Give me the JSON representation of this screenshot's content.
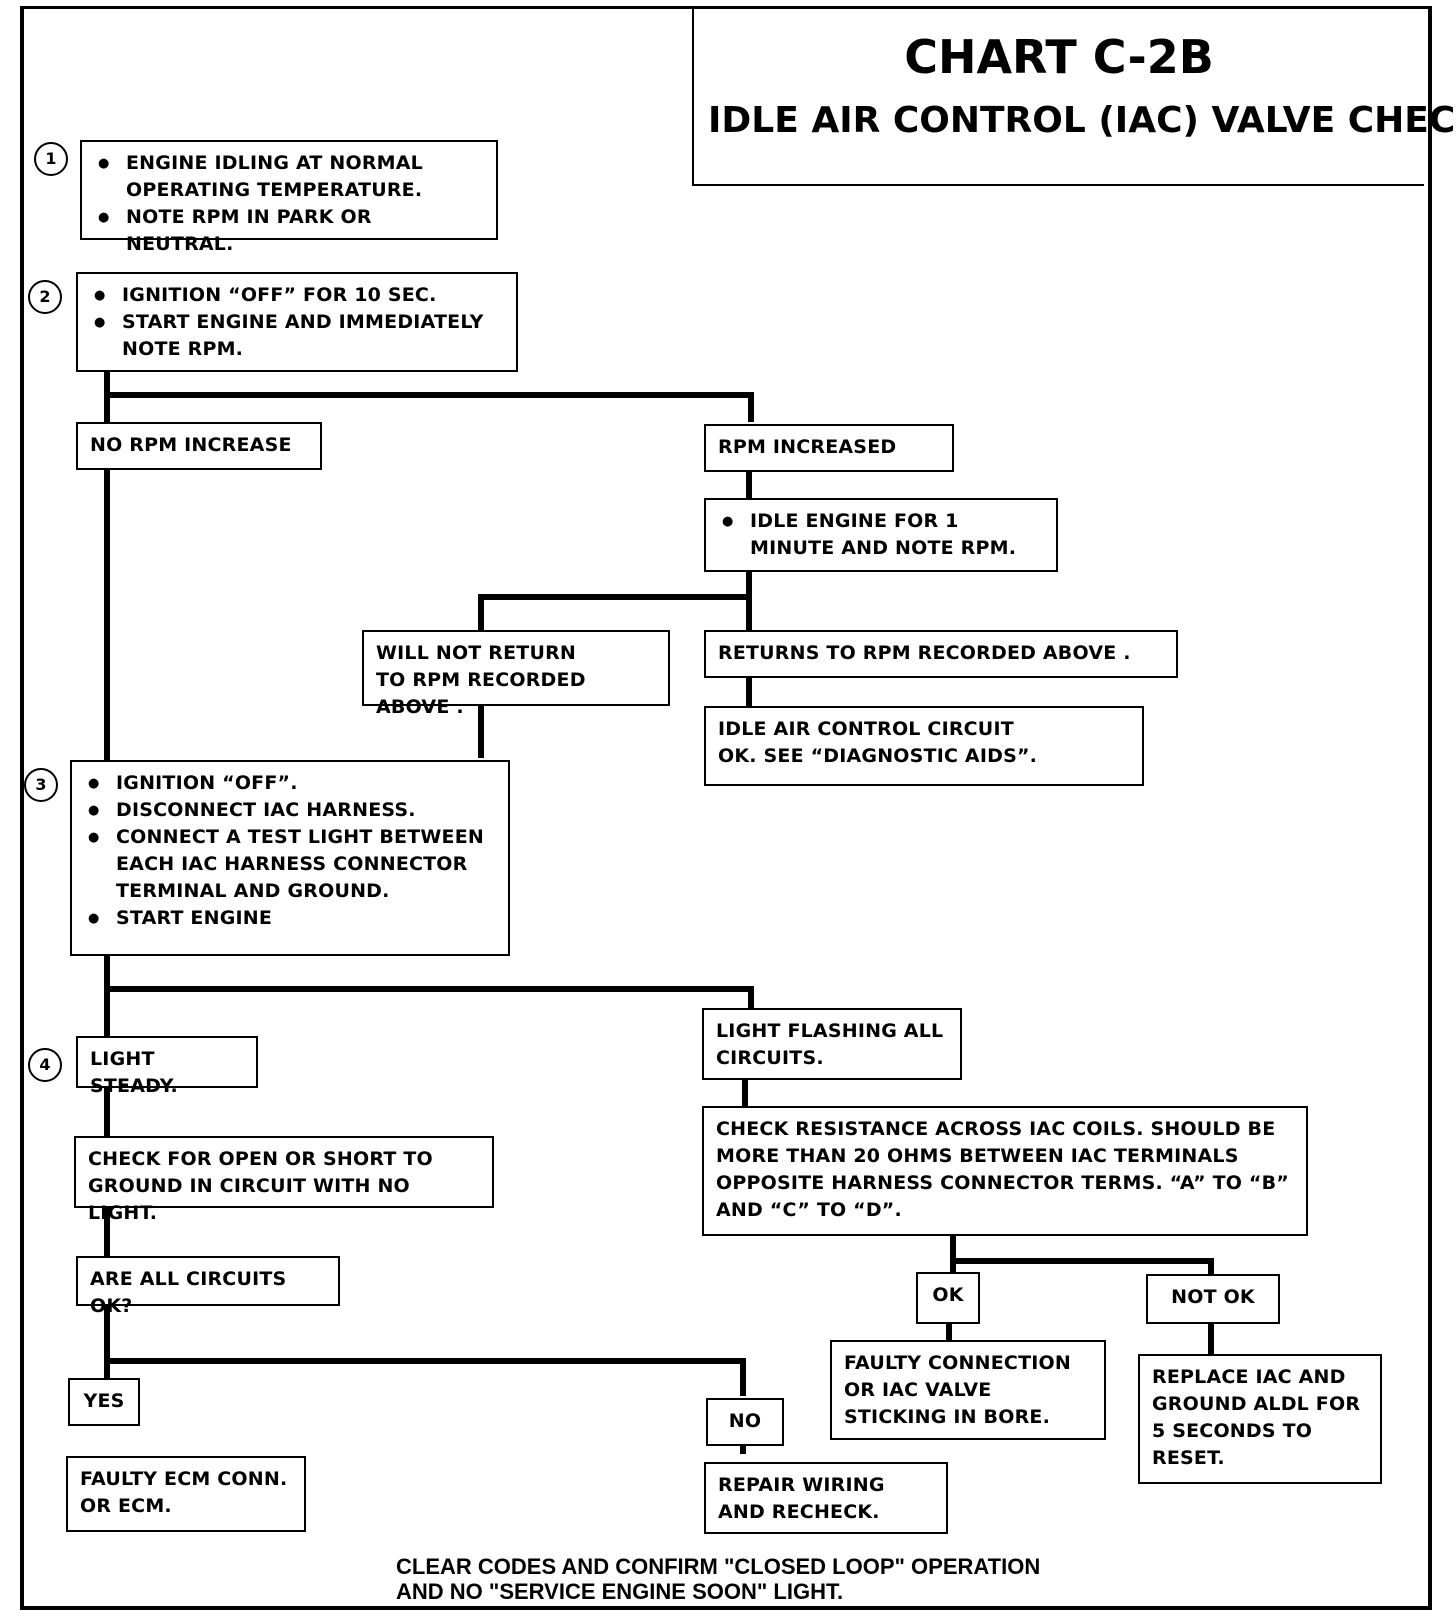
{
  "title": {
    "chart_id": "CHART C-2B",
    "subtitle": "IDLE AIR CONTROL (IAC) VALVE CHECK"
  },
  "steps": {
    "s1": {
      "number": "1",
      "bullets": [
        "ENGINE IDLING AT NORMAL OPERATING TEMPERATURE.",
        "NOTE RPM IN PARK OR NEUTRAL."
      ]
    },
    "s2": {
      "number": "2",
      "bullets": [
        "IGNITION “OFF” FOR 10 SEC.",
        "START ENGINE AND IMMEDIATELY NOTE RPM."
      ]
    },
    "s3": {
      "number": "3",
      "bullets": [
        "IGNITION “OFF”.",
        "DISCONNECT IAC HARNESS.",
        "CONNECT A TEST LIGHT BETWEEN EACH IAC HARNESS CONNECTOR TERMINAL AND GROUND.",
        "START ENGINE"
      ]
    },
    "s4": {
      "number": "4"
    }
  },
  "boxes": {
    "no_rpm_increase": "NO RPM INCREASE",
    "rpm_increased": "RPM INCREASED",
    "idle_one_minute": "IDLE ENGINE FOR 1 MINUTE AND NOTE RPM.",
    "will_not_return": "WILL NOT RETURN TO RPM RECORDED ABOVE .",
    "returns_to_rpm": "RETURNS TO RPM RECORDED ABOVE .",
    "iac_circuit_ok": "IDLE AIR CONTROL CIRCUIT OK. SEE “DIAGNOSTIC AIDS”.",
    "light_steady": "LIGHT STEADY.",
    "light_flashing": "LIGHT FLASHING ALL CIRCUITS.",
    "check_open_short": "CHECK FOR OPEN OR SHORT TO GROUND IN CIRCUIT WITH NO LIGHT.",
    "check_resistance": "CHECK RESISTANCE ACROSS IAC COILS. SHOULD BE MORE THAN 20 OHMS BETWEEN IAC TERMINALS OPPOSITE HARNESS CONNECTOR TERMS. “A” TO “B” AND “C” TO “D”.",
    "all_circuits_ok": "ARE ALL CIRCUITS OK?",
    "ok": "OK",
    "not_ok": "NOT OK",
    "faulty_connection": "FAULTY CONNECTION OR IAC VALVE STICKING IN BORE.",
    "replace_iac": "REPLACE IAC AND GROUND ALDL FOR 5 SECONDS TO RESET.",
    "yes": "YES",
    "no": "NO",
    "faulty_ecm": "FAULTY ECM CONN. OR ECM.",
    "repair_wiring": "REPAIR WIRING AND RECHECK."
  },
  "footer": {
    "line1": "CLEAR CODES AND CONFIRM \"CLOSED LOOP\" OPERATION",
    "line2": "AND NO \"SERVICE ENGINE SOON\" LIGHT."
  }
}
